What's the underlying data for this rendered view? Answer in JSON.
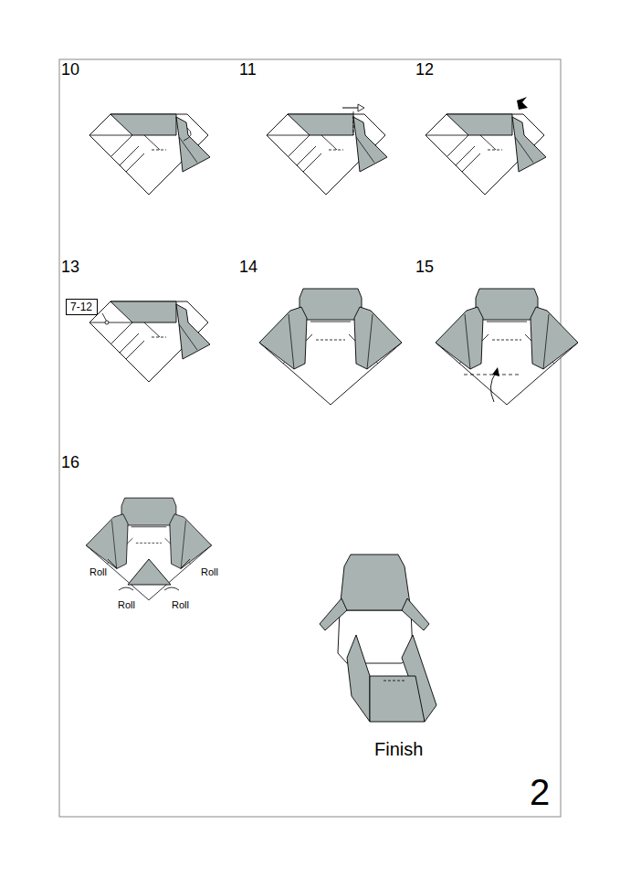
{
  "diagram": {
    "nodes": [
      {
        "text": [
          "7-12"
        ]
      }
    ],
    "labels": [
      "10",
      "11",
      "12",
      "13",
      "14",
      "15",
      "16",
      "Roll",
      "Roll",
      "Roll",
      "Roll",
      "Finish",
      "2"
    ]
  }
}
